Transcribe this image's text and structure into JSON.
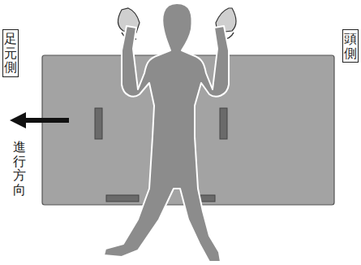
{
  "diagram": {
    "nodes": [
      {
        "text": [
          "足元側"
        ]
      },
      {
        "text": [
          "頭側"
        ]
      }
    ],
    "labels": [
      "進行方向"
    ]
  }
}
